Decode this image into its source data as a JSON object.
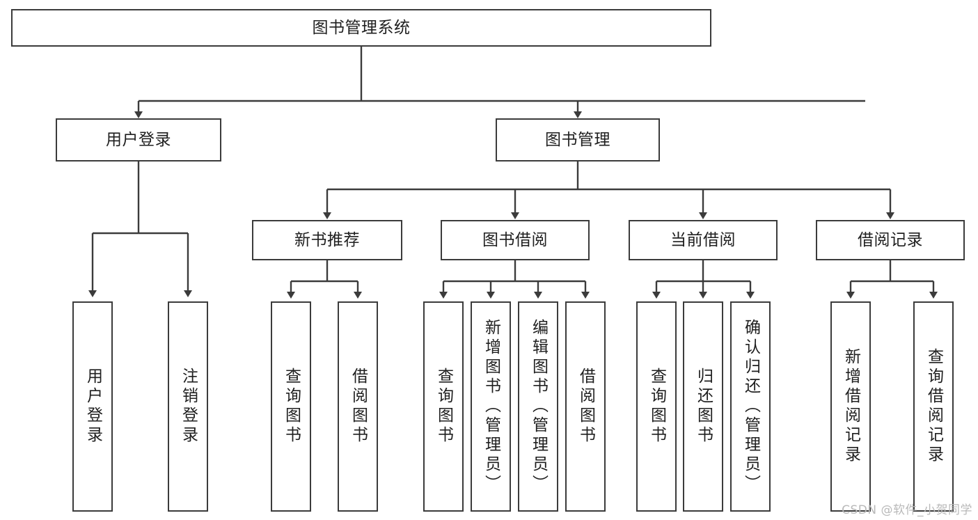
{
  "diagram": {
    "title": "图书管理系统",
    "type": "tree-hierarchy",
    "watermark": "CSDN @软件_小贺同学",
    "stroke_color": "#3b3b3b",
    "fill_color": "#ffffff",
    "text_color": "#1f1f1f",
    "watermark_color": "#b9b9b9"
  },
  "nodes": {
    "root": {
      "label": "图书管理系统"
    },
    "level2": [
      {
        "id": "user-login",
        "label": "用户登录"
      },
      {
        "id": "book-manage",
        "label": "图书管理"
      }
    ],
    "level3": [
      {
        "id": "new-book-recommend",
        "label": "新书推荐"
      },
      {
        "id": "book-borrow",
        "label": "图书借阅"
      },
      {
        "id": "current-borrow",
        "label": "当前借阅"
      },
      {
        "id": "borrow-record",
        "label": "借阅记录"
      }
    ],
    "leaves": {
      "user-login": [
        {
          "id": "leaf-user-login",
          "label": "用户登录"
        },
        {
          "id": "leaf-logout-login",
          "label": "注销登录"
        }
      ],
      "new-book-recommend": [
        {
          "id": "leaf-query-book-1",
          "label": "查询图书"
        },
        {
          "id": "leaf-borrow-book-1",
          "label": "借阅图书"
        }
      ],
      "book-borrow": [
        {
          "id": "leaf-query-book-2",
          "label": "查询图书"
        },
        {
          "id": "leaf-add-book",
          "label": "新增图书（管理员）"
        },
        {
          "id": "leaf-edit-book",
          "label": "编辑图书（管理员）"
        },
        {
          "id": "leaf-borrow-book-2",
          "label": "借阅图书"
        }
      ],
      "current-borrow": [
        {
          "id": "leaf-query-book-3",
          "label": "查询图书"
        },
        {
          "id": "leaf-return-book",
          "label": "归还图书"
        },
        {
          "id": "leaf-confirm-return",
          "label": "确认归还（管理员）"
        }
      ],
      "borrow-record": [
        {
          "id": "leaf-add-record",
          "label": "新增借阅记录"
        },
        {
          "id": "leaf-query-record",
          "label": "查询借阅记录"
        }
      ]
    }
  }
}
